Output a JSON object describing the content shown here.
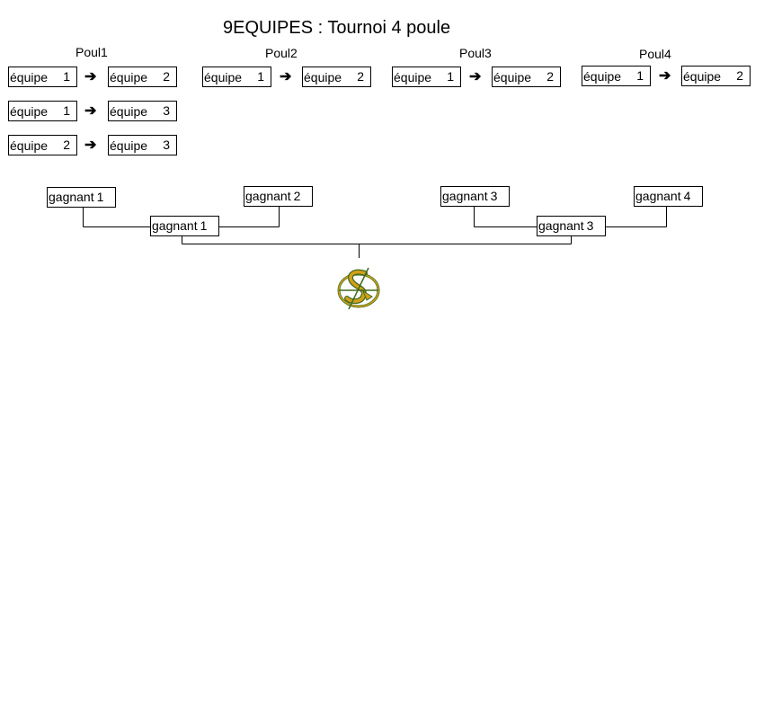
{
  "title": "9EQUIPES : Tournoi 4 poule",
  "poules": [
    {
      "name": "Poul1",
      "matches": [
        {
          "a_label": "équipe",
          "a_num": "1",
          "b_label": "équipe",
          "b_num": "2"
        },
        {
          "a_label": "équipe",
          "a_num": "1",
          "b_label": "équipe",
          "b_num": "3"
        },
        {
          "a_label": "équipe",
          "a_num": "2",
          "b_label": "équipe",
          "b_num": "3"
        }
      ]
    },
    {
      "name": "Poul2",
      "matches": [
        {
          "a_label": "équipe",
          "a_num": "1",
          "b_label": "équipe",
          "b_num": "2"
        }
      ]
    },
    {
      "name": "Poul3",
      "matches": [
        {
          "a_label": "équipe",
          "a_num": "1",
          "b_label": "équipe",
          "b_num": "2"
        }
      ]
    },
    {
      "name": "Poul4",
      "matches": [
        {
          "a_label": "équipe",
          "a_num": "1",
          "b_label": "équipe",
          "b_num": "2"
        }
      ]
    }
  ],
  "arrow_glyph": "➔",
  "bracket": {
    "round1": [
      {
        "label": "gagnant",
        "num": "1"
      },
      {
        "label": "gagnant",
        "num": "2"
      },
      {
        "label": "gagnant",
        "num": "3"
      },
      {
        "label": "gagnant",
        "num": "4"
      }
    ],
    "round2": [
      {
        "label": "gagnant",
        "num": "1"
      },
      {
        "label": "gagnant",
        "num": "3"
      }
    ]
  },
  "trophy_icon": "trophy-emblem-icon",
  "colors": {
    "emblem_gold": "#d4a017",
    "emblem_green": "#3f6b1f",
    "line": "#000000"
  }
}
